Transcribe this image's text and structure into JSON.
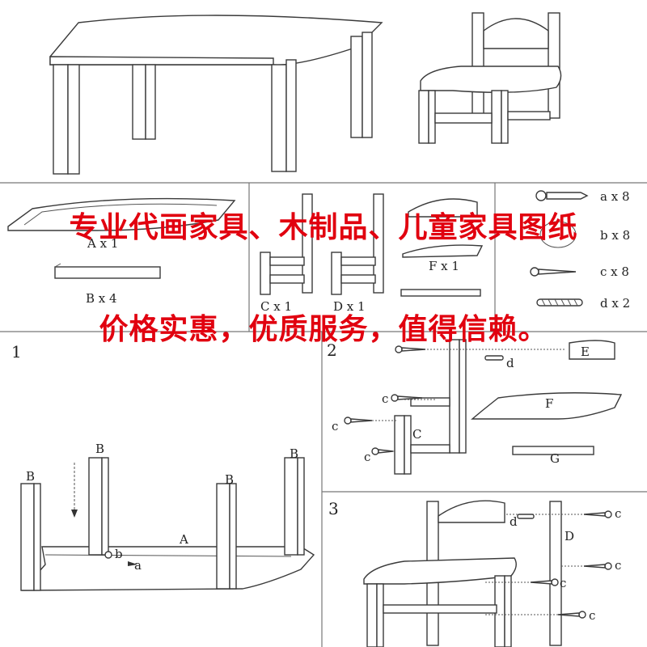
{
  "parts": {
    "A": "A x 1",
    "B": "B x 4",
    "C": "C x 1",
    "D": "D x 1",
    "F": "F x 1",
    "a": "a x 8",
    "b": "b x 8",
    "c": "c x 8",
    "d": "d x 2"
  },
  "steps": {
    "s1": "1",
    "s2": "2",
    "s3": "3"
  },
  "labels": {
    "A": "A",
    "B": "B",
    "C": "C",
    "D": "D",
    "E": "E",
    "F": "F",
    "G": "G",
    "a": "a",
    "b": "b",
    "c": "c",
    "d": "d"
  },
  "overlay": {
    "line1": "专业代画家具、木制品、儿童家具图纸",
    "line2": "价格实惠，优质服务，值得信赖。"
  },
  "colors": {
    "overlay_text": "#e1000f",
    "lines": "#3a3a3a"
  }
}
